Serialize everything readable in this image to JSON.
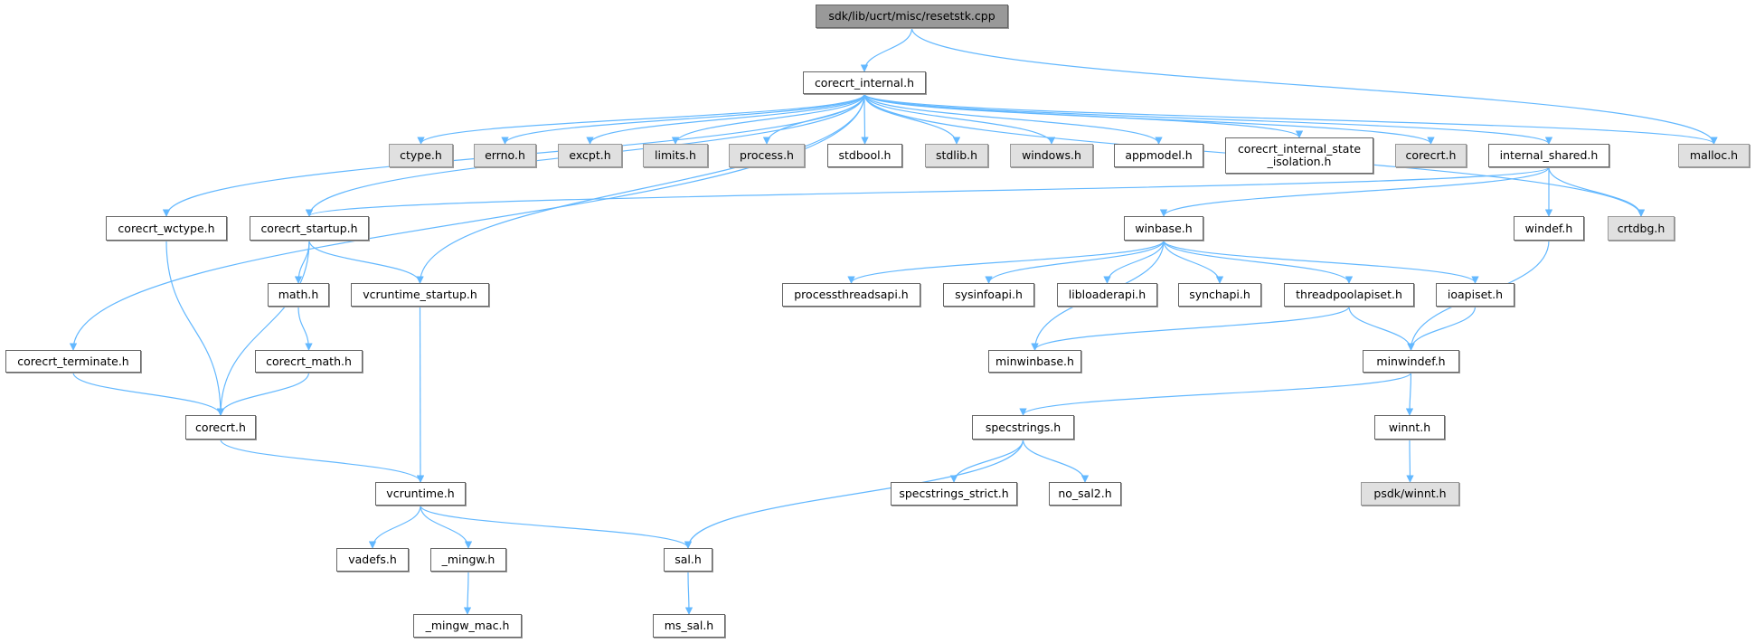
{
  "nodes": [
    {
      "id": "root",
      "label": "sdk/lib/ucrt/misc/resetstk.cpp",
      "kind": "root"
    },
    {
      "id": "corecrt_internal",
      "label": "corecrt_internal.h",
      "kind": "normal"
    },
    {
      "id": "ctype",
      "label": "ctype.h",
      "kind": "ext"
    },
    {
      "id": "errno",
      "label": "errno.h",
      "kind": "ext"
    },
    {
      "id": "excpt",
      "label": "excpt.h",
      "kind": "ext"
    },
    {
      "id": "limits",
      "label": "limits.h",
      "kind": "ext"
    },
    {
      "id": "process",
      "label": "process.h",
      "kind": "ext"
    },
    {
      "id": "stdbool",
      "label": "stdbool.h",
      "kind": "normal"
    },
    {
      "id": "stdlib",
      "label": "stdlib.h",
      "kind": "ext"
    },
    {
      "id": "windows",
      "label": "windows.h",
      "kind": "ext"
    },
    {
      "id": "appmodel",
      "label": "appmodel.h",
      "kind": "normal"
    },
    {
      "id": "state_isolation",
      "label": "corecrt_internal_state\n_isolation.h",
      "kind": "normal"
    },
    {
      "id": "corecrt_ext",
      "label": "corecrt.h",
      "kind": "ext"
    },
    {
      "id": "internal_shared",
      "label": "internal_shared.h",
      "kind": "normal"
    },
    {
      "id": "malloc",
      "label": "malloc.h",
      "kind": "ext"
    },
    {
      "id": "corecrt_wctype",
      "label": "corecrt_wctype.h",
      "kind": "normal"
    },
    {
      "id": "corecrt_startup",
      "label": "corecrt_startup.h",
      "kind": "normal"
    },
    {
      "id": "winbase",
      "label": "winbase.h",
      "kind": "normal"
    },
    {
      "id": "windef",
      "label": "windef.h",
      "kind": "normal"
    },
    {
      "id": "crtdbg",
      "label": "crtdbg.h",
      "kind": "ext"
    },
    {
      "id": "math",
      "label": "math.h",
      "kind": "normal"
    },
    {
      "id": "vcruntime_startup",
      "label": "vcruntime_startup.h",
      "kind": "normal"
    },
    {
      "id": "processthreadsapi",
      "label": "processthreadsapi.h",
      "kind": "normal"
    },
    {
      "id": "sysinfoapi",
      "label": "sysinfoapi.h",
      "kind": "normal"
    },
    {
      "id": "libloaderapi",
      "label": "libloaderapi.h",
      "kind": "normal"
    },
    {
      "id": "synchapi",
      "label": "synchapi.h",
      "kind": "normal"
    },
    {
      "id": "threadpoolapiset",
      "label": "threadpoolapiset.h",
      "kind": "normal"
    },
    {
      "id": "ioapiset",
      "label": "ioapiset.h",
      "kind": "normal"
    },
    {
      "id": "corecrt_terminate",
      "label": "corecrt_terminate.h",
      "kind": "normal"
    },
    {
      "id": "corecrt_math",
      "label": "corecrt_math.h",
      "kind": "normal"
    },
    {
      "id": "minwinbase",
      "label": "minwinbase.h",
      "kind": "normal"
    },
    {
      "id": "minwindef",
      "label": "minwindef.h",
      "kind": "normal"
    },
    {
      "id": "corecrt",
      "label": "corecrt.h",
      "kind": "normal"
    },
    {
      "id": "specstrings",
      "label": "specstrings.h",
      "kind": "normal"
    },
    {
      "id": "winnt",
      "label": "winnt.h",
      "kind": "normal"
    },
    {
      "id": "vcruntime",
      "label": "vcruntime.h",
      "kind": "normal"
    },
    {
      "id": "specstrings_strict",
      "label": "specstrings_strict.h",
      "kind": "normal"
    },
    {
      "id": "no_sal2",
      "label": "no_sal2.h",
      "kind": "normal"
    },
    {
      "id": "psdk_winnt",
      "label": "psdk/winnt.h",
      "kind": "ext"
    },
    {
      "id": "vadefs",
      "label": "vadefs.h",
      "kind": "normal"
    },
    {
      "id": "mingw",
      "label": "_mingw.h",
      "kind": "normal"
    },
    {
      "id": "sal",
      "label": "sal.h",
      "kind": "normal"
    },
    {
      "id": "mingw_mac",
      "label": "_mingw_mac.h",
      "kind": "normal"
    },
    {
      "id": "ms_sal",
      "label": "ms_sal.h",
      "kind": "normal"
    }
  ],
  "edges": [
    [
      "root",
      "corecrt_internal"
    ],
    [
      "root",
      "malloc"
    ],
    [
      "corecrt_internal",
      "ctype"
    ],
    [
      "corecrt_internal",
      "errno"
    ],
    [
      "corecrt_internal",
      "excpt"
    ],
    [
      "corecrt_internal",
      "limits"
    ],
    [
      "corecrt_internal",
      "process"
    ],
    [
      "corecrt_internal",
      "stdbool"
    ],
    [
      "corecrt_internal",
      "stdlib"
    ],
    [
      "corecrt_internal",
      "windows"
    ],
    [
      "corecrt_internal",
      "appmodel"
    ],
    [
      "corecrt_internal",
      "state_isolation"
    ],
    [
      "corecrt_internal",
      "corecrt_ext"
    ],
    [
      "corecrt_internal",
      "internal_shared"
    ],
    [
      "corecrt_internal",
      "malloc"
    ],
    [
      "corecrt_internal",
      "crtdbg"
    ],
    [
      "corecrt_internal",
      "corecrt_wctype"
    ],
    [
      "corecrt_internal",
      "corecrt_startup"
    ],
    [
      "corecrt_internal",
      "vcruntime_startup"
    ],
    [
      "corecrt_internal",
      "corecrt_terminate"
    ],
    [
      "internal_shared",
      "corecrt_startup"
    ],
    [
      "internal_shared",
      "winbase"
    ],
    [
      "internal_shared",
      "windef"
    ],
    [
      "internal_shared",
      "crtdbg"
    ],
    [
      "corecrt_startup",
      "math"
    ],
    [
      "corecrt_startup",
      "vcruntime_startup"
    ],
    [
      "corecrt_startup",
      "corecrt"
    ],
    [
      "corecrt_wctype",
      "corecrt"
    ],
    [
      "corecrt_terminate",
      "corecrt"
    ],
    [
      "math",
      "corecrt_math"
    ],
    [
      "corecrt_math",
      "corecrt"
    ],
    [
      "vcruntime_startup",
      "vcruntime"
    ],
    [
      "corecrt",
      "vcruntime"
    ],
    [
      "vcruntime",
      "vadefs"
    ],
    [
      "vcruntime",
      "mingw"
    ],
    [
      "vcruntime",
      "sal"
    ],
    [
      "mingw",
      "mingw_mac"
    ],
    [
      "sal",
      "ms_sal"
    ],
    [
      "winbase",
      "processthreadsapi"
    ],
    [
      "winbase",
      "sysinfoapi"
    ],
    [
      "winbase",
      "libloaderapi"
    ],
    [
      "winbase",
      "synchapi"
    ],
    [
      "winbase",
      "threadpoolapiset"
    ],
    [
      "winbase",
      "ioapiset"
    ],
    [
      "winbase",
      "minwinbase"
    ],
    [
      "threadpoolapiset",
      "minwinbase"
    ],
    [
      "threadpoolapiset",
      "minwindef"
    ],
    [
      "ioapiset",
      "minwindef"
    ],
    [
      "windef",
      "minwindef"
    ],
    [
      "minwindef",
      "specstrings"
    ],
    [
      "minwindef",
      "winnt"
    ],
    [
      "specstrings",
      "sal"
    ],
    [
      "specstrings",
      "specstrings_strict"
    ],
    [
      "specstrings",
      "no_sal2"
    ],
    [
      "winnt",
      "psdk_winnt"
    ]
  ],
  "colors": {
    "edge": "#63b8ff",
    "node_border": "#666666",
    "external_fill": "#e0e0e0",
    "root_fill": "#999999"
  }
}
